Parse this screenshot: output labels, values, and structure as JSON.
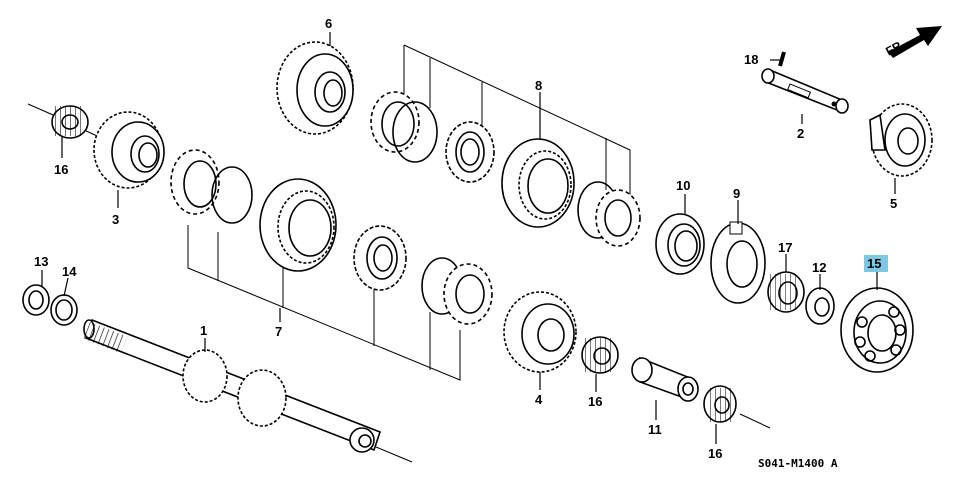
{
  "callouts": {
    "p1": "1",
    "p2": "2",
    "p3": "3",
    "p4": "4",
    "p5": "5",
    "p6": "6",
    "p7": "7",
    "p8": "8",
    "p9": "9",
    "p10": "10",
    "p11": "11",
    "p12": "12",
    "p13": "13",
    "p14": "14",
    "p15": "15",
    "p16a": "16",
    "p16b": "16",
    "p16c": "16",
    "p17": "17",
    "p18": "18"
  },
  "fr_label": "FR.",
  "drawing_code": "S041-M1400 A",
  "highlight_color": "#7ec8e3"
}
